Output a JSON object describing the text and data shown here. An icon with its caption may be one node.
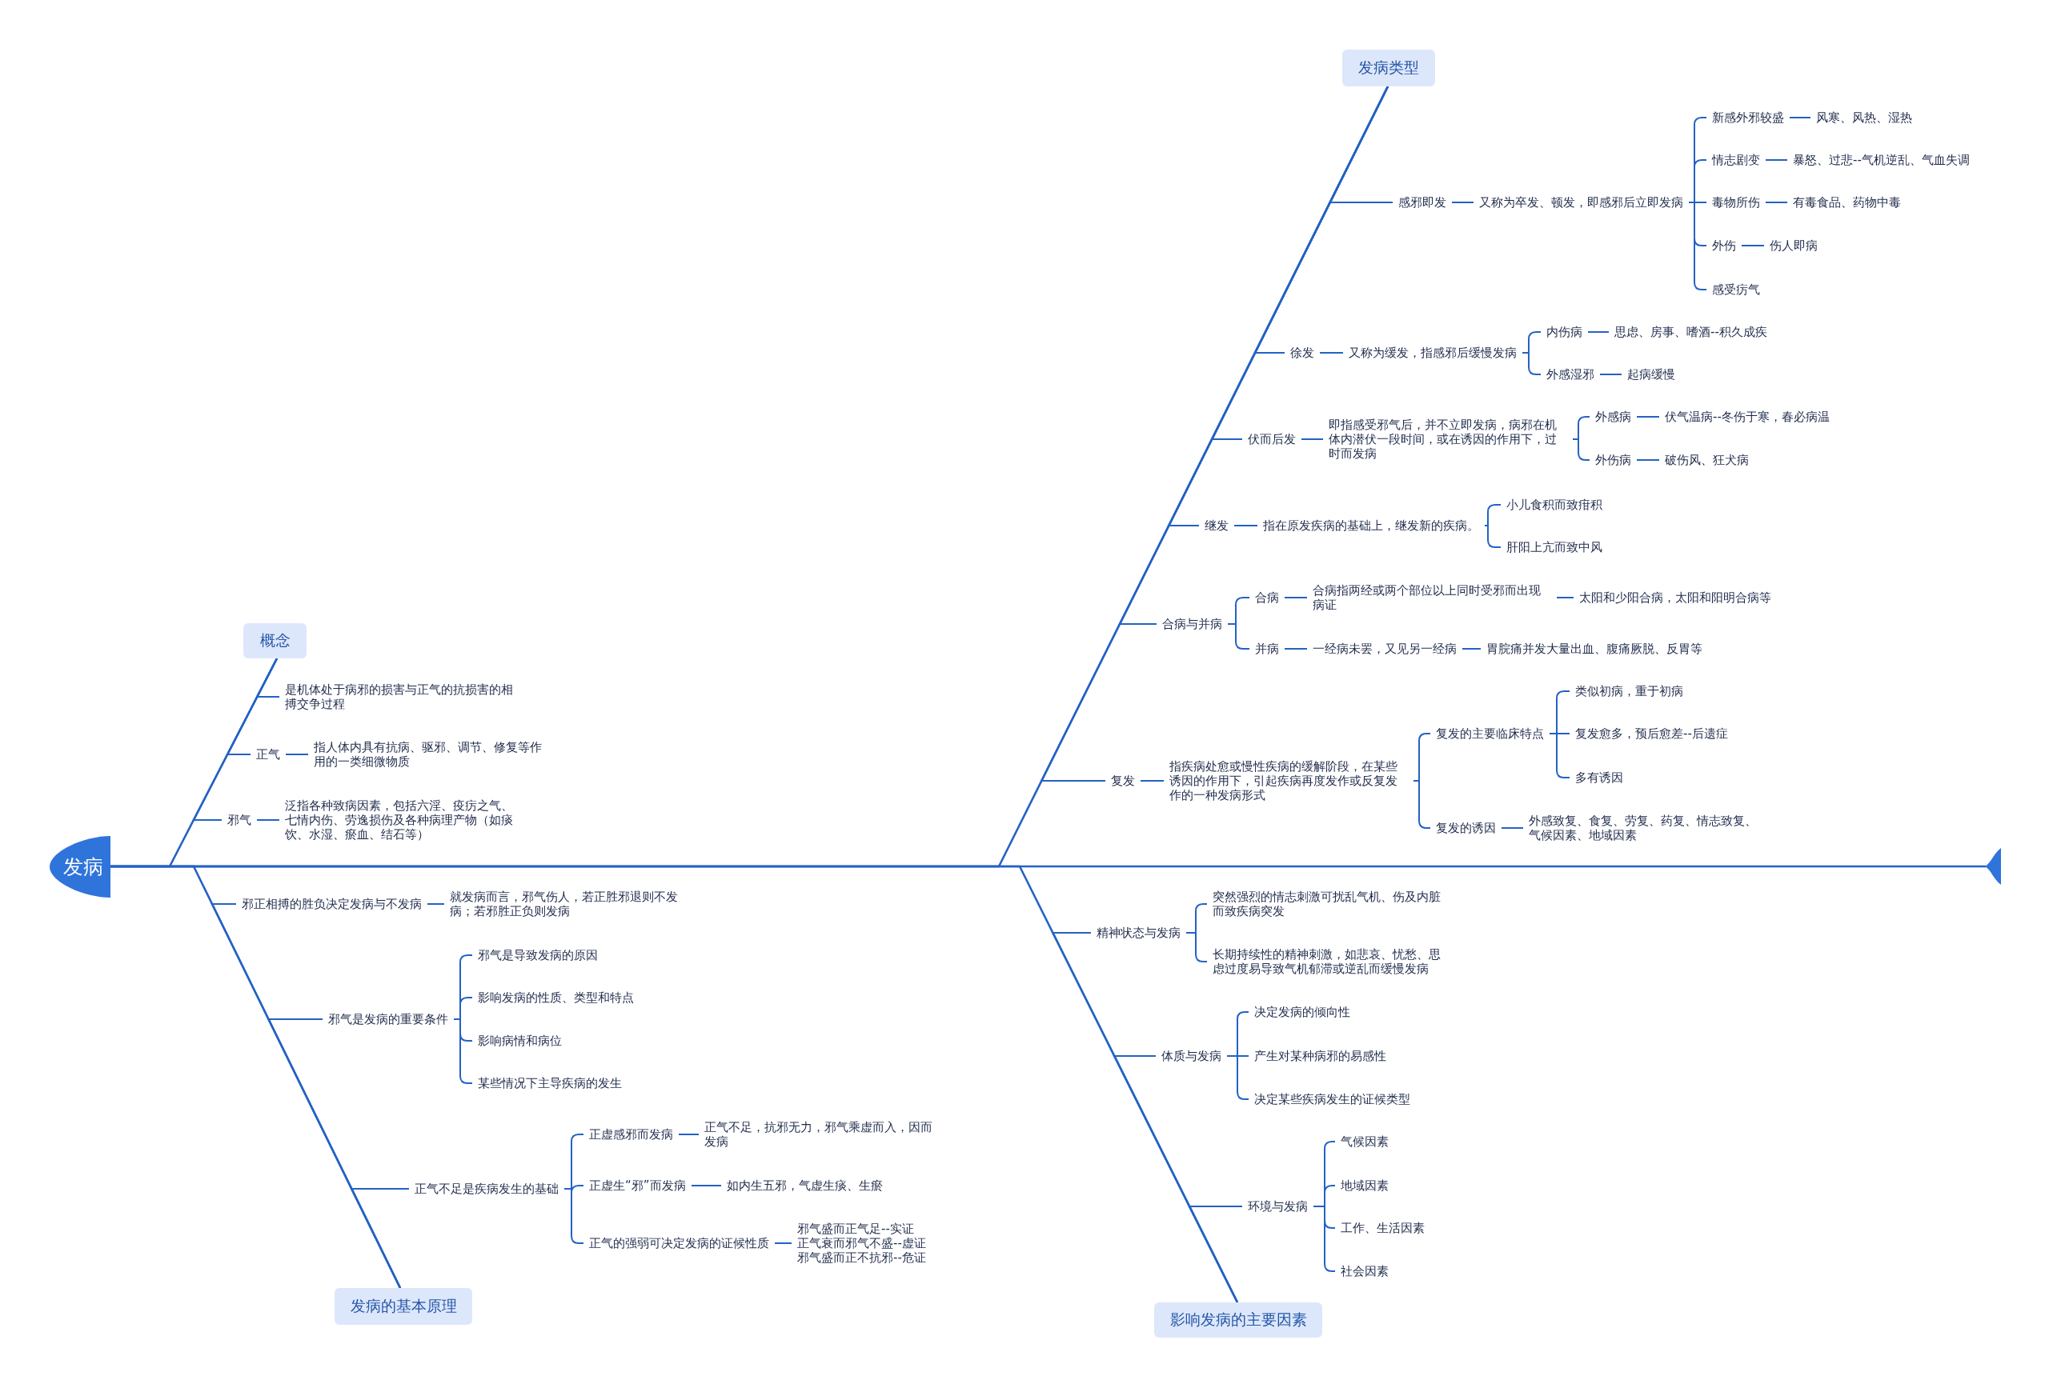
{
  "diagram": {
    "nodes": [
      {
        "text": [
          "发病"
        ]
      },
      {
        "text": [
          "概念"
        ]
      },
      {
        "text": [
          "是机体处于病邪的损害与正气的抗损害的相搏交争过程"
        ]
      },
      {
        "text": [
          "正气"
        ]
      },
      {
        "text": [
          "指人体内具有抗病、驱邪、调节、修复等作用的一类细微物质"
        ]
      },
      {
        "text": [
          "邪气"
        ]
      },
      {
        "text": [
          "泛指各种致病因素，包括六淫、疫疠之气、七情内伤、劳逸损伤及各种病理产物（如痰饮、水湿、瘀血、结石等）"
        ]
      },
      {
        "text": [
          "发病类型"
        ]
      },
      {
        "text": [
          "感邪即发"
        ]
      },
      {
        "text": [
          "又称为卒发、顿发，即感邪后立即发病"
        ]
      },
      {
        "text": [
          "新感外邪较盛"
        ]
      },
      {
        "text": [
          "风寒、风热、湿热"
        ]
      },
      {
        "text": [
          "情志剧变"
        ]
      },
      {
        "text": [
          "暴怒、过悲--气机逆乱、气血失调"
        ]
      },
      {
        "text": [
          "毒物所伤"
        ]
      },
      {
        "text": [
          "有毒食品、药物中毒"
        ]
      },
      {
        "text": [
          "外伤"
        ]
      },
      {
        "text": [
          "伤人即病"
        ]
      },
      {
        "text": [
          "感受疠气"
        ]
      },
      {
        "text": [
          "徐发"
        ]
      },
      {
        "text": [
          "又称为缓发，指感邪后缓慢发病"
        ]
      },
      {
        "text": [
          "内伤病"
        ]
      },
      {
        "text": [
          "思虑、房事、嗜酒--积久成疾"
        ]
      },
      {
        "text": [
          "外感湿邪"
        ]
      },
      {
        "text": [
          "起病缓慢"
        ]
      },
      {
        "text": [
          "伏而后发"
        ]
      },
      {
        "text": [
          "即指感受邪气后，并不立即发病，病邪在机体内潜伏一段时间，或在诱因的作用下，过时而发病"
        ]
      },
      {
        "text": [
          "外感病"
        ]
      },
      {
        "text": [
          "伏气温病--冬伤于寒，春必病温"
        ]
      },
      {
        "text": [
          "外伤病"
        ]
      },
      {
        "text": [
          "破伤风、狂犬病"
        ]
      },
      {
        "text": [
          "继发"
        ]
      },
      {
        "text": [
          "指在原发疾病的基础上，继发新的疾病。"
        ]
      },
      {
        "text": [
          "小儿食积而致疳积"
        ]
      },
      {
        "text": [
          "肝阳上亢而致中风"
        ]
      },
      {
        "text": [
          "合病与并病"
        ]
      },
      {
        "text": [
          "合病"
        ]
      },
      {
        "text": [
          "合病指两经或两个部位以上同时受邪而出现病证"
        ]
      },
      {
        "text": [
          "太阳和少阳合病，太阳和阳明合病等"
        ]
      },
      {
        "text": [
          "并病"
        ]
      },
      {
        "text": [
          "一经病未罢，又见另一经病"
        ]
      },
      {
        "text": [
          "胃脘痛并发大量出血、腹痛厥脱、反胃等"
        ]
      },
      {
        "text": [
          "复发"
        ]
      },
      {
        "text": [
          "指疾病处愈或慢性疾病的缓解阶段，在某些诱因的作用下，引起疾病再度发作或反复发作的一种发病形式"
        ]
      },
      {
        "text": [
          "复发的主要临床特点"
        ]
      },
      {
        "text": [
          "类似初病，重于初病"
        ]
      },
      {
        "text": [
          "复发愈多，预后愈差--后遗症"
        ]
      },
      {
        "text": [
          "多有诱因"
        ]
      },
      {
        "text": [
          "复发的诱因"
        ]
      },
      {
        "text": [
          "外感致复、食复、劳复、药复、情志致复、气候因素、地域因素"
        ]
      },
      {
        "text": [
          "发病的基本原理"
        ]
      },
      {
        "text": [
          "邪正相搏的胜负决定发病与不发病"
        ]
      },
      {
        "text": [
          "就发病而言，邪气伤人，若正胜邪退则不发病；若邪胜正负则发病"
        ]
      },
      {
        "text": [
          "邪气是发病的重要条件"
        ]
      },
      {
        "text": [
          "邪气是导致发病的原因"
        ]
      },
      {
        "text": [
          "影响发病的性质、类型和特点"
        ]
      },
      {
        "text": [
          "影响病情和病位"
        ]
      },
      {
        "text": [
          "某些情况下主导疾病的发生"
        ]
      },
      {
        "text": [
          "正气不足是疾病发生的基础"
        ]
      },
      {
        "text": [
          "正虚感邪而发病"
        ]
      },
      {
        "text": [
          "正气不足，抗邪无力，邪气乘虚而入，因而发病"
        ]
      },
      {
        "text": [
          "正虚生“邪”而发病"
        ]
      },
      {
        "text": [
          "如内生五邪，气虚生痰、生瘀"
        ]
      },
      {
        "text": [
          "正气的强弱可决定发病的证候性质"
        ]
      },
      {
        "text": [
          "邪气盛而正气足--实证",
          "正气衰而邪气不盛--虚证",
          "邪气盛而正不抗邪--危证"
        ]
      },
      {
        "text": [
          "影响发病的主要因素"
        ]
      },
      {
        "text": [
          "精神状态与发病"
        ]
      },
      {
        "text": [
          "突然强烈的情志刺激可扰乱气机、伤及内脏而致疾病突发"
        ]
      },
      {
        "text": [
          "长期持续性的精神刺激，如悲哀、忧愁、思虑过度易导致气机郁滞或逆乱而缓慢发病"
        ]
      },
      {
        "text": [
          "体质与发病"
        ]
      },
      {
        "text": [
          "决定发病的倾向性"
        ]
      },
      {
        "text": [
          "产生对某种病邪的易感性"
        ]
      },
      {
        "text": [
          "决定某些疾病发生的证候类型"
        ]
      },
      {
        "text": [
          "环境与发病"
        ]
      },
      {
        "text": [
          "气候因素"
        ]
      },
      {
        "text": [
          "地域因素"
        ]
      },
      {
        "text": [
          "工作、生活因素"
        ]
      },
      {
        "text": [
          "社会因素"
        ]
      },
      {
        "text": [],
        "shape": "tail"
      }
    ],
    "edges": [
      {
        "from": 0,
        "to": 78,
        "arrow": "none"
      },
      {
        "from": 0,
        "to": 1,
        "arrow": "none"
      },
      {
        "from": 0,
        "to": 7,
        "arrow": "none"
      },
      {
        "from": 0,
        "to": 50,
        "arrow": "none"
      },
      {
        "from": 0,
        "to": 65,
        "arrow": "none"
      },
      {
        "from": 1,
        "to": 2,
        "arrow": "none"
      },
      {
        "from": 1,
        "to": 3,
        "arrow": "none"
      },
      {
        "from": 3,
        "to": 4,
        "arrow": "none"
      },
      {
        "from": 1,
        "to": 5,
        "arrow": "none"
      },
      {
        "from": 5,
        "to": 6,
        "arrow": "none"
      },
      {
        "from": 7,
        "to": 8,
        "arrow": "none"
      },
      {
        "from": 8,
        "to": 9,
        "arrow": "none"
      },
      {
        "from": 9,
        "to": 10,
        "arrow": "none"
      },
      {
        "from": 10,
        "to": 11,
        "arrow": "none"
      },
      {
        "from": 9,
        "to": 12,
        "arrow": "none"
      },
      {
        "from": 12,
        "to": 13,
        "arrow": "none"
      },
      {
        "from": 9,
        "to": 14,
        "arrow": "none"
      },
      {
        "from": 14,
        "to": 15,
        "arrow": "none"
      },
      {
        "from": 9,
        "to": 16,
        "arrow": "none"
      },
      {
        "from": 16,
        "to": 17,
        "arrow": "none"
      },
      {
        "from": 9,
        "to": 18,
        "arrow": "none"
      },
      {
        "from": 7,
        "to": 19,
        "arrow": "none"
      },
      {
        "from": 19,
        "to": 20,
        "arrow": "none"
      },
      {
        "from": 20,
        "to": 21,
        "arrow": "none"
      },
      {
        "from": 21,
        "to": 22,
        "arrow": "none"
      },
      {
        "from": 20,
        "to": 23,
        "arrow": "none"
      },
      {
        "from": 23,
        "to": 24,
        "arrow": "none"
      },
      {
        "from": 7,
        "to": 25,
        "arrow": "none"
      },
      {
        "from": 25,
        "to": 26,
        "arrow": "none"
      },
      {
        "from": 26,
        "to": 27,
        "arrow": "none"
      },
      {
        "from": 27,
        "to": 28,
        "arrow": "none"
      },
      {
        "from": 26,
        "to": 29,
        "arrow": "none"
      },
      {
        "from": 29,
        "to": 30,
        "arrow": "none"
      },
      {
        "from": 7,
        "to": 31,
        "arrow": "none"
      },
      {
        "from": 31,
        "to": 32,
        "arrow": "none"
      },
      {
        "from": 32,
        "to": 33,
        "arrow": "none"
      },
      {
        "from": 32,
        "to": 34,
        "arrow": "none"
      },
      {
        "from": 7,
        "to": 35,
        "arrow": "none"
      },
      {
        "from": 35,
        "to": 36,
        "arrow": "none"
      },
      {
        "from": 36,
        "to": 37,
        "arrow": "none"
      },
      {
        "from": 37,
        "to": 38,
        "arrow": "none"
      },
      {
        "from": 35,
        "to": 39,
        "arrow": "none"
      },
      {
        "from": 39,
        "to": 40,
        "arrow": "none"
      },
      {
        "from": 40,
        "to": 41,
        "arrow": "none"
      },
      {
        "from": 7,
        "to": 42,
        "arrow": "none"
      },
      {
        "from": 42,
        "to": 43,
        "arrow": "none"
      },
      {
        "from": 43,
        "to": 44,
        "arrow": "none"
      },
      {
        "from": 44,
        "to": 45,
        "arrow": "none"
      },
      {
        "from": 44,
        "to": 46,
        "arrow": "none"
      },
      {
        "from": 44,
        "to": 47,
        "arrow": "none"
      },
      {
        "from": 43,
        "to": 48,
        "arrow": "none"
      },
      {
        "from": 48,
        "to": 49,
        "arrow": "none"
      },
      {
        "from": 50,
        "to": 51,
        "arrow": "none"
      },
      {
        "from": 51,
        "to": 52,
        "arrow": "none"
      },
      {
        "from": 50,
        "to": 53,
        "arrow": "none"
      },
      {
        "from": 53,
        "to": 54,
        "arrow": "none"
      },
      {
        "from": 53,
        "to": 55,
        "arrow": "none"
      },
      {
        "from": 53,
        "to": 56,
        "arrow": "none"
      },
      {
        "from": 53,
        "to": 57,
        "arrow": "none"
      },
      {
        "from": 50,
        "to": 58,
        "arrow": "none"
      },
      {
        "from": 58,
        "to": 59,
        "arrow": "none"
      },
      {
        "from": 59,
        "to": 60,
        "arrow": "none"
      },
      {
        "from": 58,
        "to": 61,
        "arrow": "none"
      },
      {
        "from": 61,
        "to": 62,
        "arrow": "none"
      },
      {
        "from": 58,
        "to": 63,
        "arrow": "none"
      },
      {
        "from": 63,
        "to": 64,
        "arrow": "none"
      },
      {
        "from": 65,
        "to": 66,
        "arrow": "none"
      },
      {
        "from": 66,
        "to": 67,
        "arrow": "none"
      },
      {
        "from": 66,
        "to": 68,
        "arrow": "none"
      },
      {
        "from": 65,
        "to": 69,
        "arrow": "none"
      },
      {
        "from": 69,
        "to": 70,
        "arrow": "none"
      },
      {
        "from": 69,
        "to": 71,
        "arrow": "none"
      },
      {
        "from": 69,
        "to": 72,
        "arrow": "none"
      },
      {
        "from": 65,
        "to": 73,
        "arrow": "none"
      },
      {
        "from": 73,
        "to": 74,
        "arrow": "none"
      },
      {
        "from": 73,
        "to": 75,
        "arrow": "none"
      },
      {
        "from": 73,
        "to": 76,
        "arrow": "none"
      },
      {
        "from": 73,
        "to": 77,
        "arrow": "none"
      }
    ]
  }
}
